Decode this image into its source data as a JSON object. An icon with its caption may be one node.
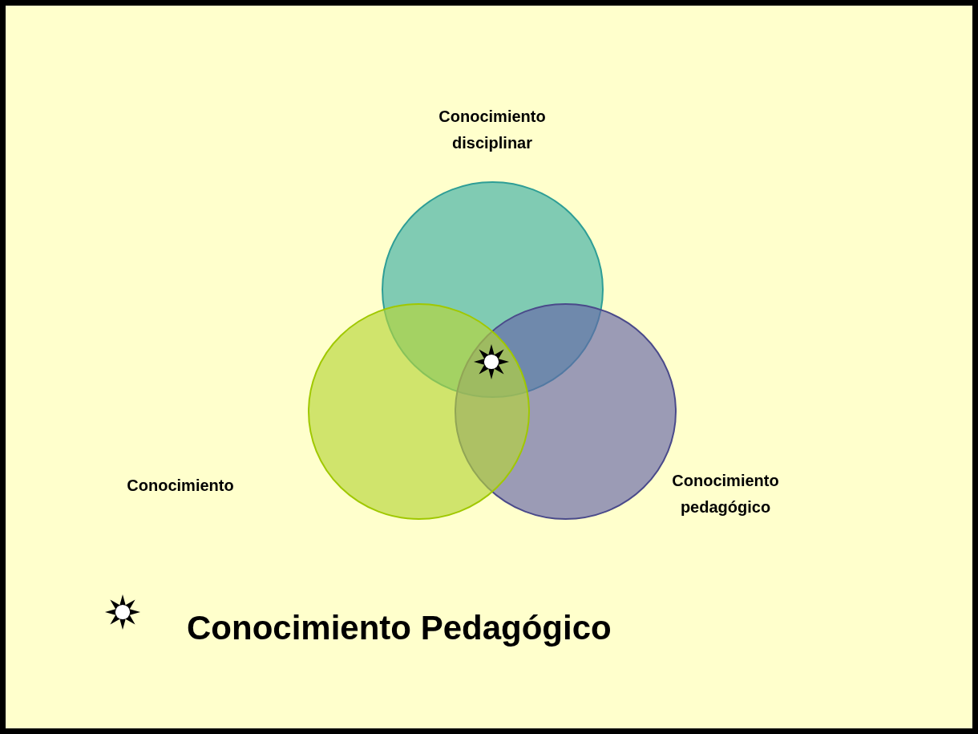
{
  "diagram": {
    "nodes": [
      {
        "text": [
          "Conocimiento disciplinar"
        ]
      },
      {
        "text": [
          "Conocimiento"
        ]
      },
      {
        "text": [
          "Conocimiento pedagógico"
        ]
      }
    ],
    "legend": [
      {
        "text": "Conocimiento Pedagógico"
      }
    ]
  }
}
